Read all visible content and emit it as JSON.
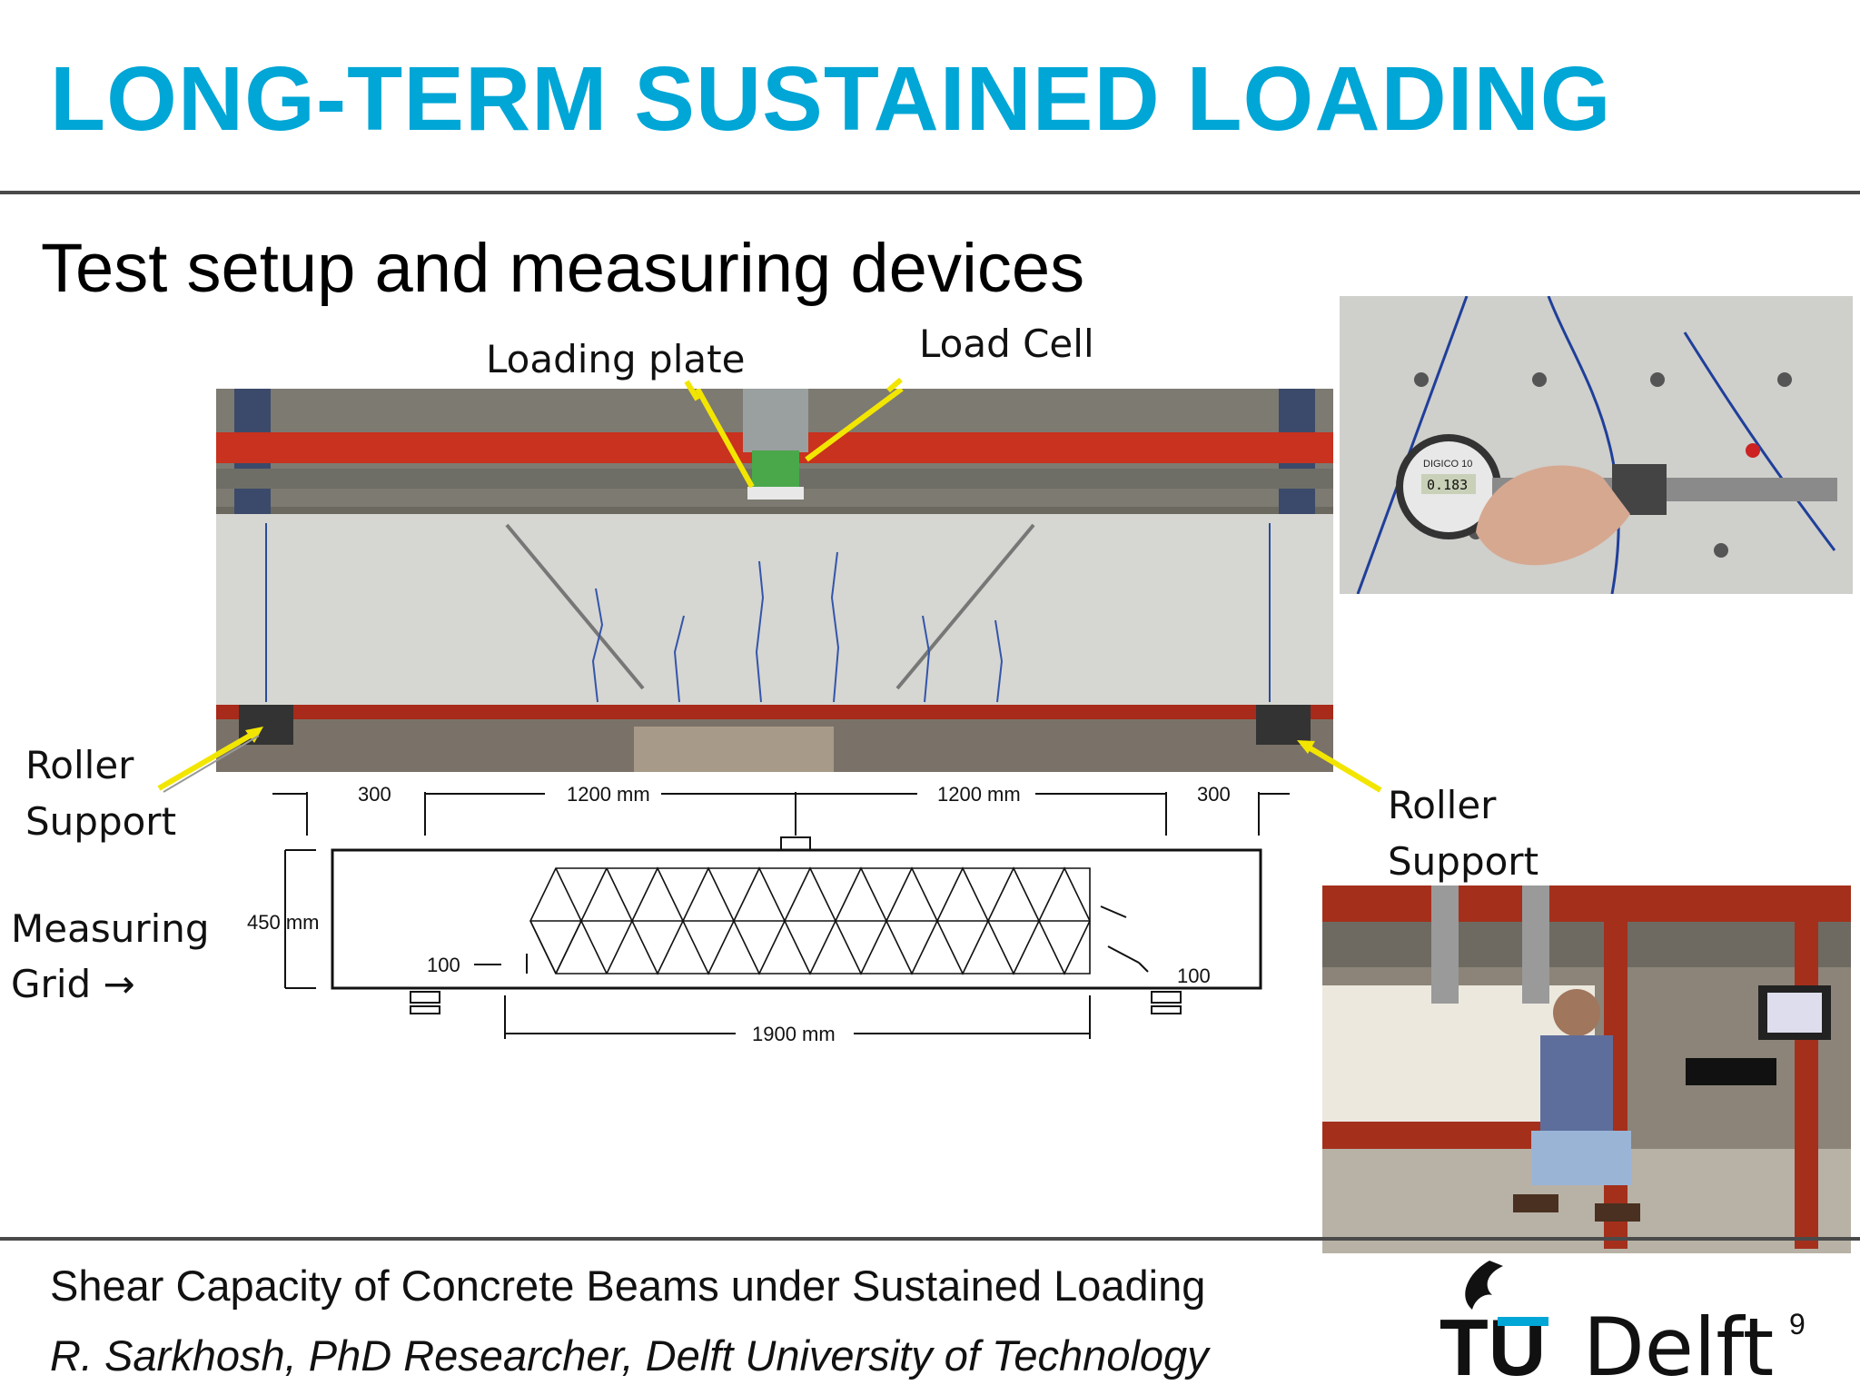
{
  "slide": {
    "title": "LONG-TERM SUSTAINED LOADING",
    "subtitle": "Test setup and measuring devices",
    "page_number": "9"
  },
  "callouts": {
    "loading_plate": "Loading plate",
    "load_cell": "Load Cell",
    "roller_left_1": "Roller",
    "roller_left_2": "Support",
    "roller_right_1": "Roller",
    "roller_right_2": "Support",
    "measuring_grid_1": "Measuring",
    "measuring_grid_2": "Grid →"
  },
  "drawing": {
    "dim_300_left": "300",
    "dim_1200_left": "1200 mm",
    "dim_1200_right": "1200 mm",
    "dim_300_right": "300",
    "dim_450": "450 mm",
    "dim_100_left": "100",
    "dim_100_right": "100",
    "dim_1900": "1900 mm"
  },
  "gauge": {
    "brand": "DIGICO 10",
    "reading": "0.183"
  },
  "footer": {
    "line1": "Shear Capacity of Concrete Beams under Sustained Loading",
    "line2": "R. Sarkhosh, PhD Researcher, Delft University of Technology"
  },
  "logo": {
    "text_tu": "TU",
    "text_delft": "Delft"
  },
  "colors": {
    "title_blue": "#00a6d6",
    "arrow_yellow": "#f2e600",
    "frame_red": "#c8321e",
    "rule_gray": "#4a4a4a"
  }
}
